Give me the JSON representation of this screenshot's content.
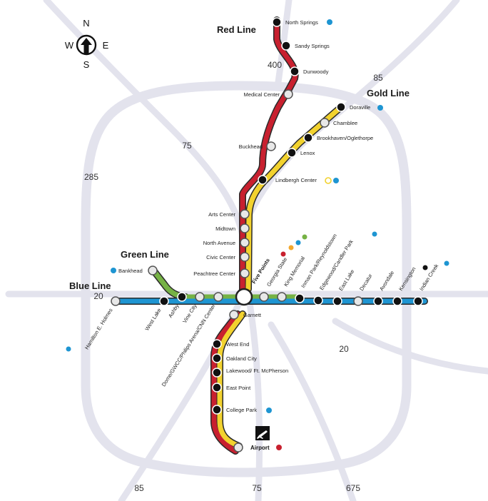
{
  "compass": {
    "n": "N",
    "s": "S",
    "e": "E",
    "w": "W"
  },
  "lines": {
    "red": {
      "name": "Red Line",
      "color": "#c8202f"
    },
    "gold": {
      "name": "Gold Line",
      "color": "#f2d22e"
    },
    "green": {
      "name": "Green Line",
      "color": "#76b245"
    },
    "blue": {
      "name": "Blue Line",
      "color": "#1e95d2"
    }
  },
  "highways": {
    "h400": "400",
    "h85_ne": "85",
    "h75_n": "75",
    "h285": "285",
    "h20_w": "20",
    "h20_e": "20",
    "h85_s": "85",
    "h75_s": "75",
    "h675": "675"
  },
  "stations": {
    "north_springs": "North Springs",
    "sandy_springs": "Sandy Springs",
    "dunwoody": "Dunwoody",
    "medical_center": "Medical Center",
    "buckhead": "Buckhead",
    "doraville": "Doraville",
    "chamblee": "Chamblee",
    "brookhaven": "Brookhaven/Oglethorpe",
    "lenox": "Lenox",
    "lindbergh": "Lindbergh Center",
    "arts_center": "Arts Center",
    "midtown": "Midtown",
    "north_avenue": "North Avenue",
    "civic_center": "Civic Center",
    "peachtree_center": "Peachtree Center",
    "five_points": "Five Points",
    "georgia_state": "Georgia State",
    "king_memorial": "King Memorial",
    "inman_park": "Inman Park/Reynoldstown",
    "edgewood": "Edgewood/Candler Park",
    "east_lake": "East Lake",
    "decatur": "Decatur",
    "avondale": "Avondale",
    "kensington": "Kensington",
    "indian_creek": "Indian Creek",
    "bankhead": "Bankhead",
    "hamilton_holmes": "Hamilton E. Holmes",
    "west_lake": "West Lake",
    "ashby": "Ashby",
    "vine_city": "Vine City",
    "dome": "Dome/GWCC/Philips Arena/CNN Center",
    "garnett": "Garnett",
    "west_end": "West End",
    "oakland_city": "Oakland City",
    "lakewood": "Lakewood/ Ft. McPherson",
    "east_point": "East Point",
    "college_park": "College Park",
    "airport": "Airport"
  }
}
